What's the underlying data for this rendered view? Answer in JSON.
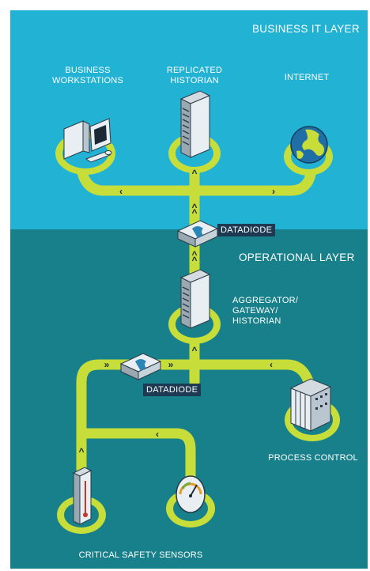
{
  "layers": {
    "business_title": "BUSINESS IT LAYER",
    "operational_title": "OPERATIONAL LAYER"
  },
  "nodes": {
    "business_workstations": [
      "BUSINESS",
      "WORKSTATIONS"
    ],
    "replicated_historian": [
      "REPLICATED",
      "HISTORIAN"
    ],
    "internet": "INTERNET",
    "aggregator": [
      "AGGREGATOR/",
      "GATEWAY/",
      "HISTORIAN"
    ],
    "process_control": "PROCESS CONTROL",
    "critical_sensors": "CRITICAL SAFETY SENSORS",
    "datadiode_top": "DATADIODE",
    "datadiode_bottom": "DATADIODE"
  },
  "colors": {
    "business_bg": "#22b2d4",
    "operational_bg": "#17808a",
    "pipe": "#c6dd3a",
    "pipe_inner": "#d7e861",
    "tag_bg": "#1d3a52"
  },
  "arrows": {
    "left": "‹",
    "right": "›",
    "up": "^",
    "double_right": "»"
  }
}
